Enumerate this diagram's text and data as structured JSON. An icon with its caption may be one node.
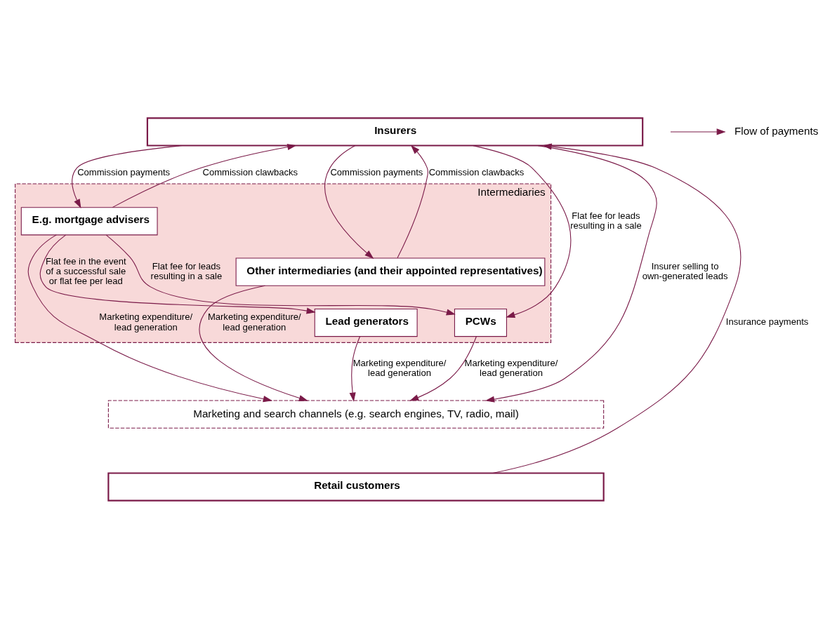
{
  "diagram": {
    "nodes": [
      {
        "text": [
          "Insurers"
        ]
      },
      {
        "text": [
          "Intermediaries"
        ]
      },
      {
        "text": [
          "E.g. mortgage advisers"
        ],
        "in": 1
      },
      {
        "text": [
          "PCWs"
        ],
        "in": 1
      },
      {
        "text": [
          "Other intermediaries (and their appointed representatives)"
        ],
        "in": 1
      },
      {
        "text": [
          "Lead generators"
        ],
        "in": 1
      },
      {
        "text": [
          "Marketing and search channels (e.g. search engines, TV, radio, mail)"
        ]
      },
      {
        "text": [
          "Retail customers"
        ]
      }
    ],
    "edges": [
      {
        "from": 0,
        "to": 2,
        "arrow": "to",
        "label": "Commission payments"
      },
      {
        "from": 2,
        "to": 0,
        "arrow": "to",
        "label": "Commission clawbacks"
      },
      {
        "from": 0,
        "to": 3,
        "arrow": "to",
        "label": "Flat fee for leads resulting in a sale"
      },
      {
        "from": 0,
        "to": 4,
        "arrow": "to",
        "label": "Commission payments"
      },
      {
        "from": 4,
        "to": 0,
        "arrow": "to",
        "label": "Commission clawbacks"
      },
      {
        "from": 2,
        "to": 3,
        "arrow": "to",
        "label": "Flat fee for leads resulting in a sale"
      },
      {
        "from": 2,
        "to": 5,
        "arrow": "to",
        "label": "Flat fee in the event of a successful sale or flat fee per lead"
      },
      {
        "from": 5,
        "to": 6,
        "arrow": "to",
        "label": "Marketing expenditure/ lead generation"
      },
      {
        "from": 2,
        "to": 6,
        "arrow": "to",
        "label": "Marketing expenditure/ lead generation"
      },
      {
        "from": 3,
        "to": 6,
        "arrow": "to",
        "label": "Marketing expenditure/ lead generation"
      },
      {
        "from": 4,
        "to": 6,
        "arrow": "to",
        "label": "Marketing expenditure/ lead generation"
      },
      {
        "from": 0,
        "to": 6,
        "arrow": "to",
        "label": "Insurer selling to own-generated leads"
      },
      {
        "from": 7,
        "to": 0,
        "arrow": "to",
        "label": "Insurance payments"
      }
    ],
    "legend": [
      {
        "text": "Flow of payments"
      }
    ]
  }
}
